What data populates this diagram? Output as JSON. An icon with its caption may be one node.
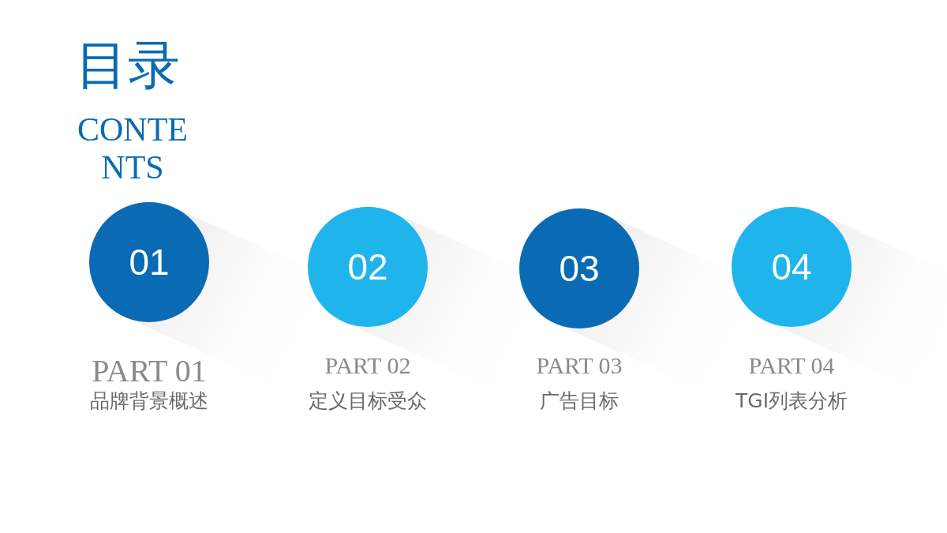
{
  "diagram": {
    "title": "目录",
    "nodes": [
      {
        "text": [
          "01"
        ],
        "beside": [
          "PART 01",
          "品牌背景概述"
        ]
      },
      {
        "text": [
          "02"
        ],
        "beside": [
          "PART 02",
          "定义目标受众"
        ]
      },
      {
        "text": [
          "03"
        ],
        "beside": [
          "PART 03",
          "广告目标"
        ]
      },
      {
        "text": [
          "04"
        ],
        "beside": [
          "PART 04",
          "TGI列表分析"
        ]
      }
    ],
    "labels": [
      "CONTENTS"
    ]
  }
}
